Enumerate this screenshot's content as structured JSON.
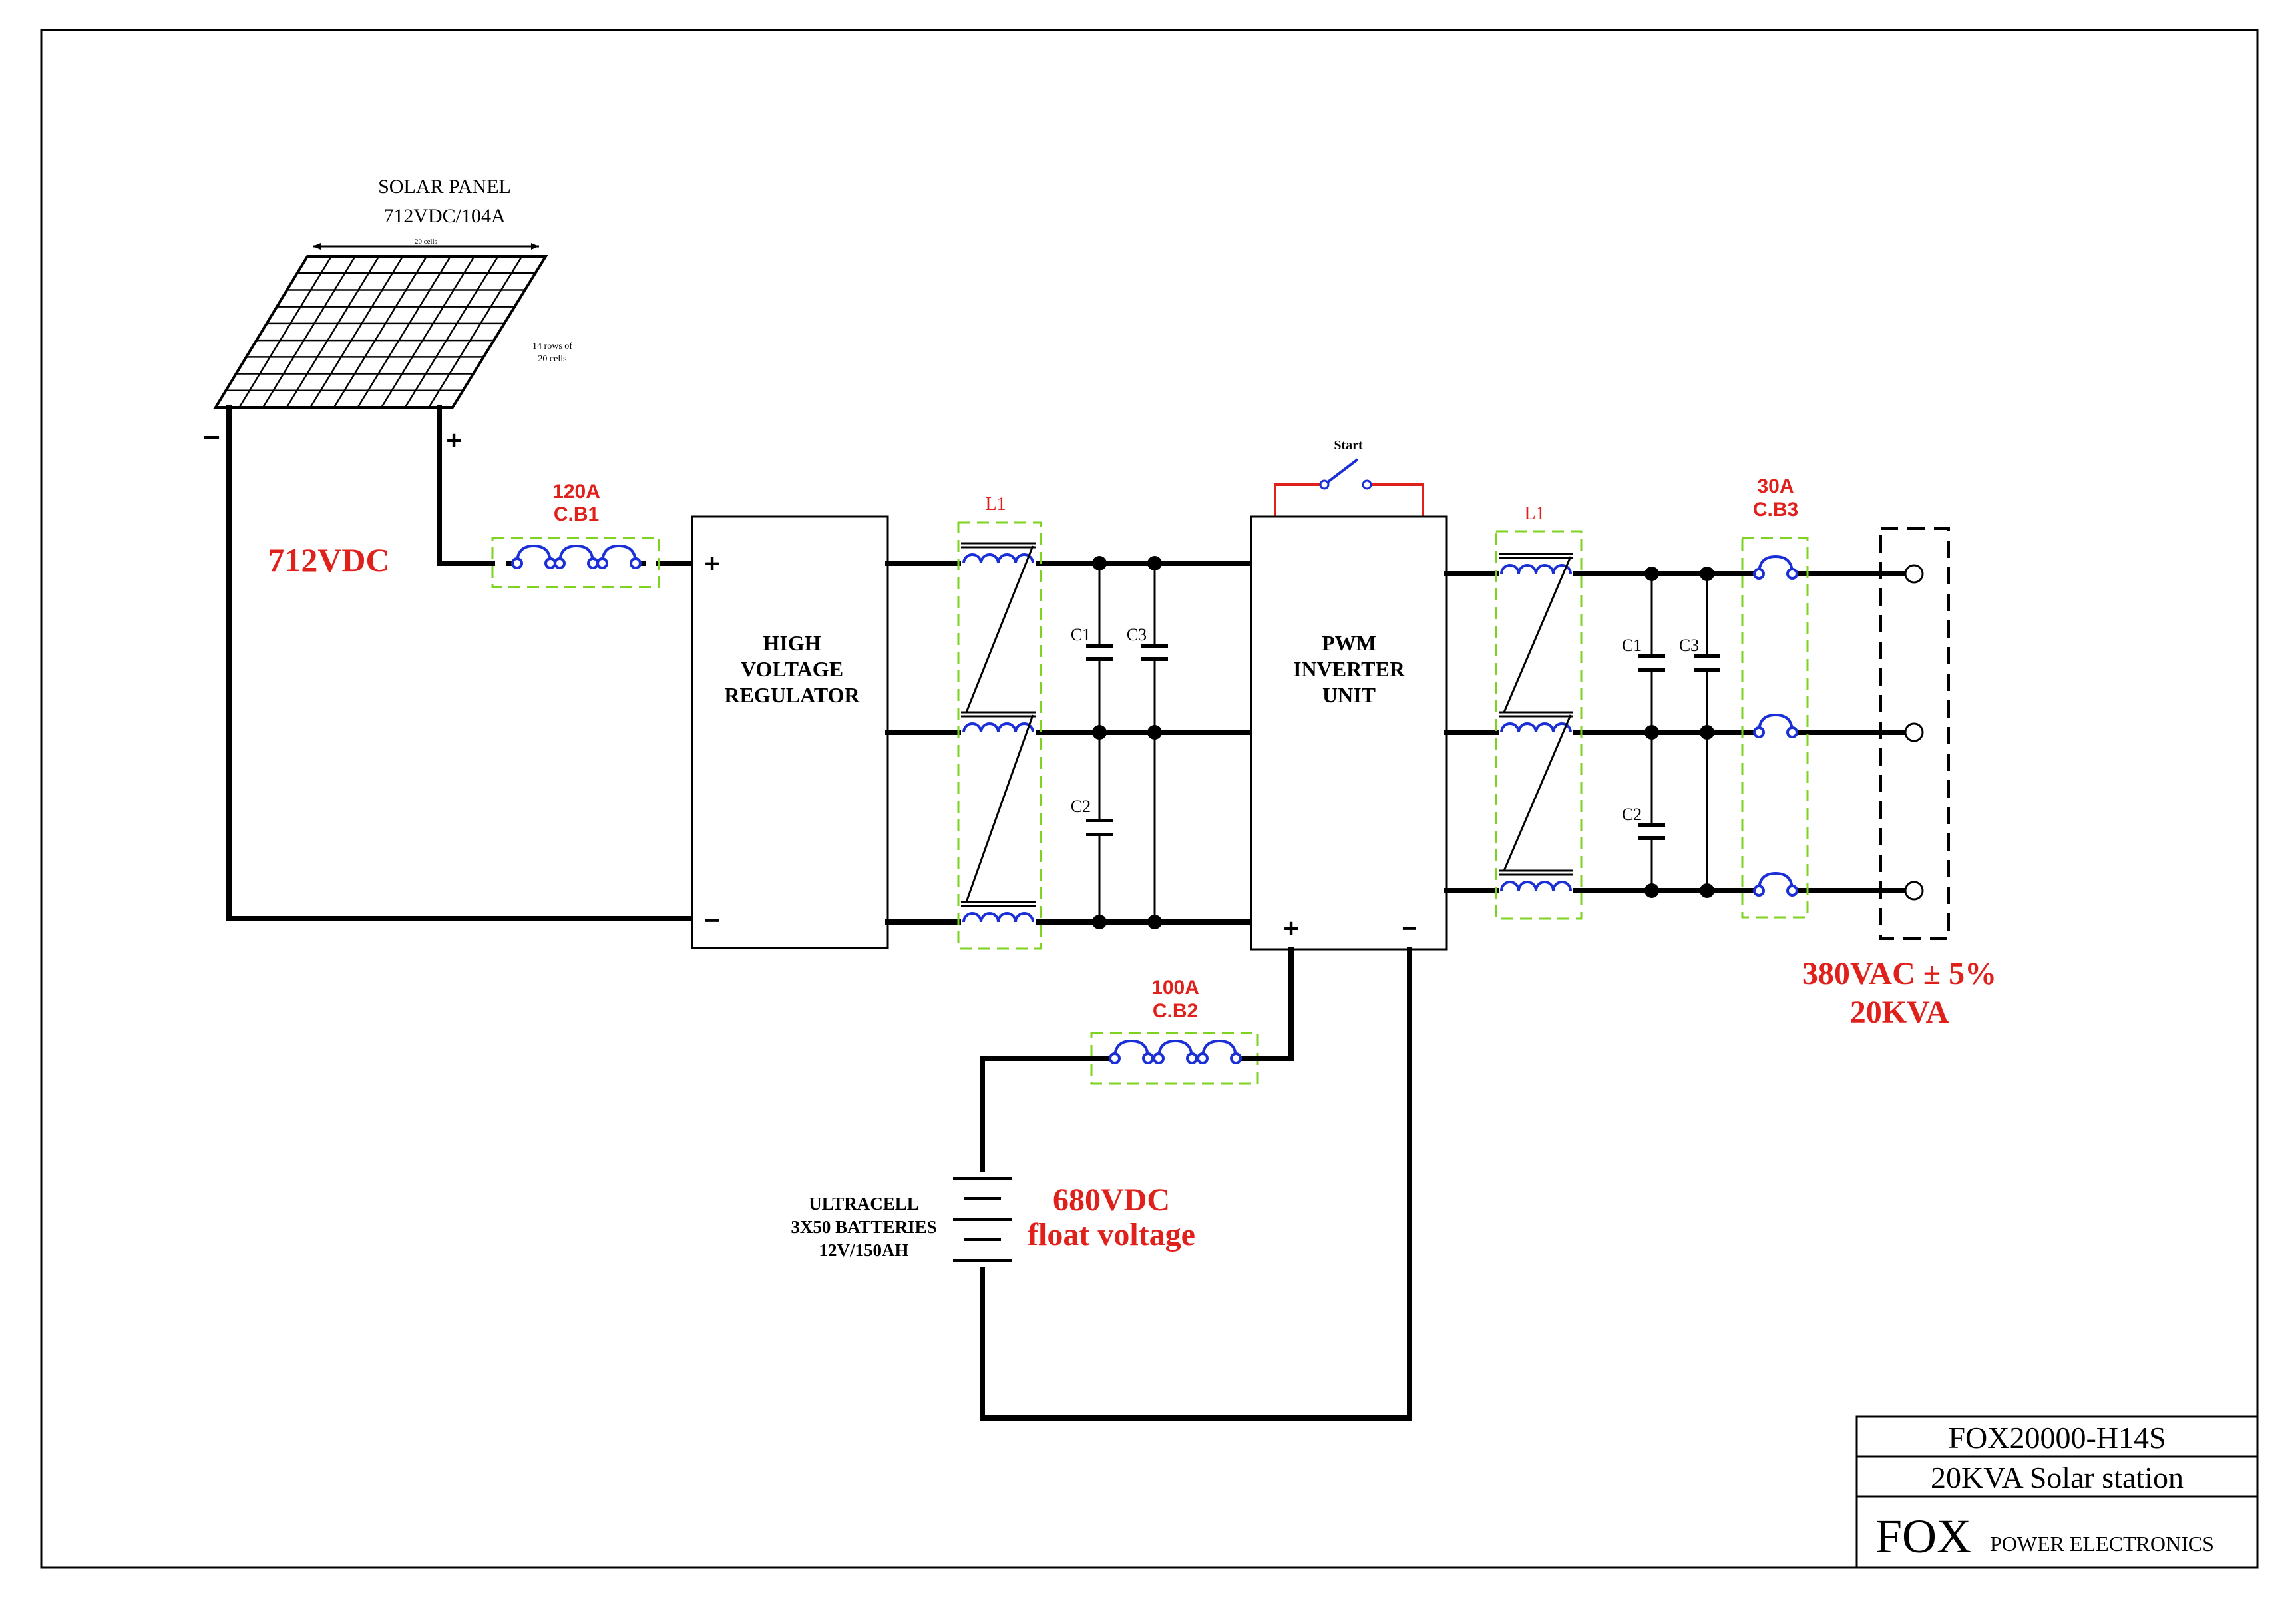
{
  "colors": {
    "accent_red": "#e0201b",
    "breaker_blue": "#1a2fd6",
    "dash_green": "#7ed321",
    "wire": "#000000"
  },
  "solar_panel": {
    "title": "SOLAR PANEL",
    "rating": "712VDC/104A",
    "top_note": "20 cells",
    "rows_note_1": "14 rows of",
    "rows_note_2": "20 cells",
    "minus": "−",
    "plus": "+"
  },
  "dc_input_voltage": "712VDC",
  "cb1": {
    "rating": "120A",
    "name": "C.B1"
  },
  "regulator": {
    "line1": "HIGH",
    "line2": "VOLTAGE",
    "line3": "REGULATOR",
    "plus": "+",
    "minus": "−"
  },
  "filter_left": {
    "inductor": "L1",
    "c1": "C1",
    "c2": "C2",
    "c3": "C3"
  },
  "start_switch": "Start",
  "inverter": {
    "line1": "PWM",
    "line2": "INVERTER",
    "line3": "UNIT",
    "plus": "+",
    "minus": "−"
  },
  "filter_right": {
    "inductor": "L1",
    "c1": "C1",
    "c2": "C2",
    "c3": "C3"
  },
  "cb3": {
    "rating": "30A",
    "name": "C.B3"
  },
  "output": {
    "line1": "380VAC ± 5%",
    "line2": "20KVA"
  },
  "cb2": {
    "rating": "100A",
    "name": "C.B2"
  },
  "battery": {
    "line1": "ULTRACELL",
    "line2": "3X50 BATTERIES",
    "line3": "12V/150AH"
  },
  "battery_voltage": {
    "line1": "680VDC",
    "line2": "float voltage"
  },
  "title_block": {
    "model": "FOX20000-H14S",
    "description": "20KVA Solar station",
    "brand": "FOX",
    "brand_sub": "POWER ELECTRONICS"
  }
}
